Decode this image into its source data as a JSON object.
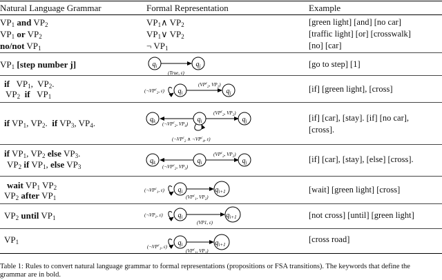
{
  "headers": {
    "grammar": "Natural Language Grammar",
    "formal": "Formal Representation",
    "example": "Example"
  },
  "rows": [
    {
      "examples": [
        "[green light] [and] [no car]",
        "[traffic light] [or] [crosswalk]",
        "[no] [car]"
      ]
    },
    {
      "examples": [
        "[go to step] [1]"
      ]
    },
    {
      "examples": [
        "[if] [green light], [cross]"
      ]
    },
    {
      "examples": [
        "[if] [car], [stay].   [if] [no car],",
        "[cross]."
      ]
    },
    {
      "examples": [
        "[if] [car], [stay], [else] [cross]."
      ]
    },
    {
      "examples": [
        "[wait] [green light] [cross]"
      ]
    },
    {
      "examples": [
        "[not cross] [until] [green light]"
      ]
    },
    {
      "examples": [
        "[cross road]"
      ]
    }
  ],
  "grammar_keywords": {
    "and": "and",
    "or": "or",
    "no_not": "no/not",
    "step": "[step number j]",
    "if": "if",
    "else": "else",
    "wait": "wait",
    "after": "after",
    "until": "until"
  },
  "formal_symbols": {
    "and_expr": "VP₁∧ VP₂",
    "or_expr": "VP₁∨ VP₂",
    "not_expr": "¬ VP₁"
  },
  "fsa_labels": {
    "qi": "qi",
    "qj": "qj",
    "qk": "qk",
    "qi1": "qi+1",
    "true_eps": "(True, ε)",
    "neg_vp2c_eps": "(¬VPc2, ε)",
    "vp2c_vp2": "(VPc2, VP2)",
    "neg_vp2c_vp4": "(¬VPc2, VP4)",
    "vp2c_vp2_b": "(VPc2, VP2)",
    "neg_vp2c_and_neg_vp4c": "(¬VPc2 ∧ ¬VPc4, ε)",
    "neg_vp2c_vp3": "(¬VPc2, VP3)",
    "neg_vp1c_eps": "(¬VPc1, ε)",
    "vp1c_vp2": "(VPc1, VP2)",
    "vp1_eps": "(VP1, ε)",
    "neg_vp1c_eps_b": "(¬VPc1, ε)",
    "vp1c_vp1": "(VPc1, VP1)"
  },
  "caption": {
    "line1": "Table 1: Rules to convert natural language grammar to formal representations (propositions or FSA transitions). The keywords that define the",
    "line2": "grammar are in bold."
  }
}
